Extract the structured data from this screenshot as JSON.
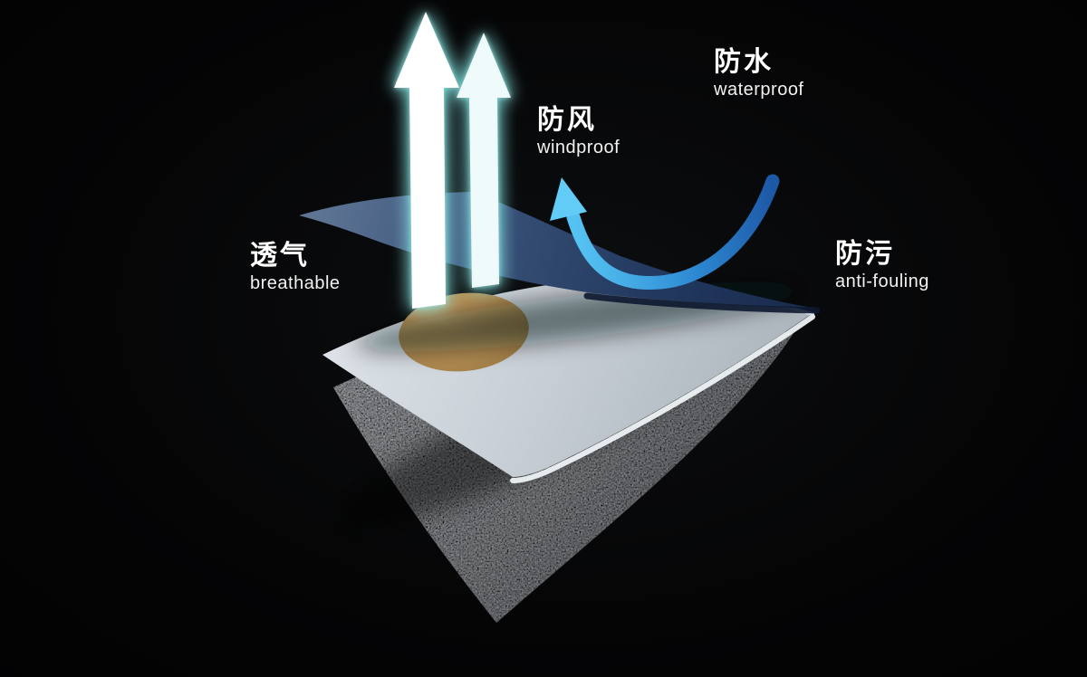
{
  "page": {
    "background": "#050506"
  },
  "labels": {
    "waterproof": {
      "zh": "防水",
      "en": "waterproof"
    },
    "windproof": {
      "zh": "防风",
      "en": "windproof"
    },
    "breathable": {
      "zh": "透气",
      "en": "breathable"
    },
    "anti_fouling": {
      "zh": "防污",
      "en": "anti-fouling"
    }
  },
  "illustration": {
    "layers": [
      {
        "name": "top-membrane",
        "color": "#2c4166"
      },
      {
        "name": "middle-layer",
        "color": "#ccd3d9"
      },
      {
        "name": "base-fabric",
        "color": "#8b8e92"
      }
    ],
    "stain_spot_color": "#b18a50",
    "breath_arrows": {
      "fill": "#ffffff",
      "glow": "#6fe8e5",
      "count": 2
    },
    "water_arrow": {
      "from": "#1d58a6",
      "to": "#55c3f2"
    }
  }
}
